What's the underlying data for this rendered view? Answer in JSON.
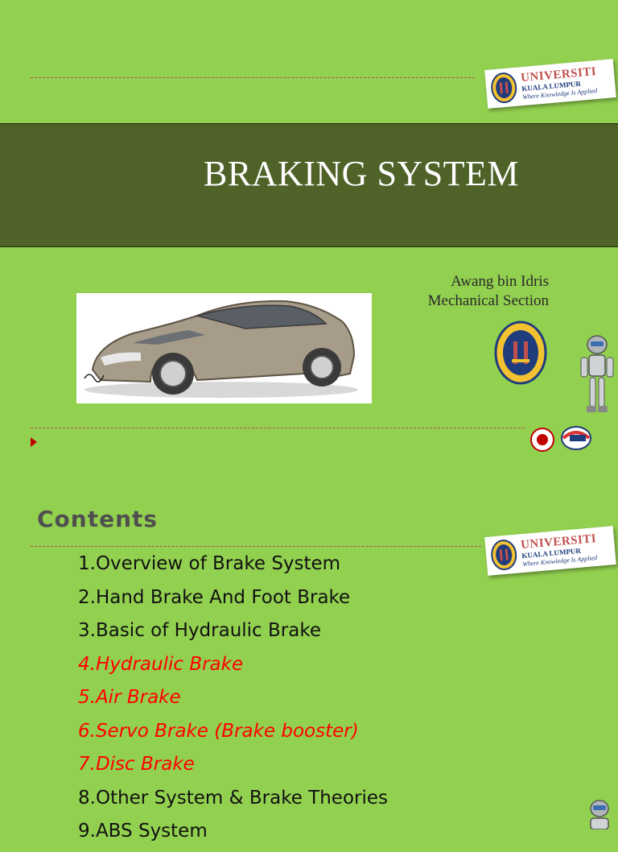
{
  "slide1": {
    "university_logo": {
      "line1": "UNIVERSITI",
      "line2": "KUALA LUMPUR",
      "tagline": "Where Knowledge Is Applied"
    },
    "title": "BRAKING SYSTEM",
    "author": "Awang bin Idris",
    "section": "Mechanical Section"
  },
  "slide2": {
    "university_logo": {
      "line1": "UNIVERSITI",
      "line2": "KUALA LUMPUR",
      "tagline": "Where Knowledge Is Applied"
    },
    "heading": "Contents",
    "items": [
      {
        "num": "1.",
        "text": "Overview of Brake System"
      },
      {
        "num": "2.",
        "text": "Hand Brake And Foot Brake"
      },
      {
        "num": "3.",
        "text": "Basic of Hydraulic Brake"
      },
      {
        "num": "4. ",
        "text": "Hydraulic Brake"
      },
      {
        "num": "5.",
        "text": "Air Brake"
      },
      {
        "num": "6. ",
        "text": "Servo Brake (Brake booster)"
      },
      {
        "num": "7. ",
        "text": "Disc Brake"
      },
      {
        "num": "8.",
        "text": "Other System & Brake Theories"
      },
      {
        "num": "9.",
        "text": "ABS System"
      }
    ]
  },
  "colors": {
    "background": "#92d050",
    "title_bar": "#4f6228",
    "highlight_text": "#ff0000",
    "divider": "#c0504d"
  }
}
